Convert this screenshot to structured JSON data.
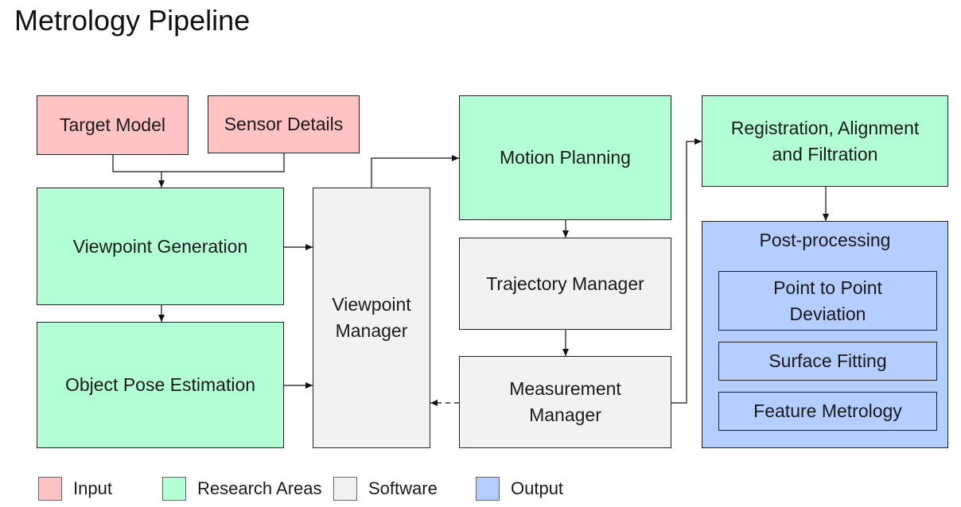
{
  "title": "Metrology Pipeline",
  "nodes": {
    "target_model": "Target Model",
    "sensor_details": "Sensor Details",
    "viewpoint_generation": "Viewpoint Generation",
    "object_pose_estimation": "Object Pose Estimation",
    "viewpoint_manager": "Viewpoint\nManager",
    "motion_planning": "Motion Planning",
    "trajectory_manager": "Trajectory Manager",
    "measurement_manager": "Measurement\nManager",
    "registration": "Registration, Alignment\nand Filtration",
    "post_processing": "Post-processing",
    "point_to_point": "Point to Point\nDeviation",
    "surface_fitting": "Surface Fitting",
    "feature_metrology": "Feature Metrology"
  },
  "legend": [
    {
      "label": "Input",
      "color": "#ffc3c3"
    },
    {
      "label": "Research Areas",
      "color": "#b3ffd5"
    },
    {
      "label": "Software",
      "color": "#f2f2f2"
    },
    {
      "label": "Output",
      "color": "#b3ceff"
    }
  ]
}
